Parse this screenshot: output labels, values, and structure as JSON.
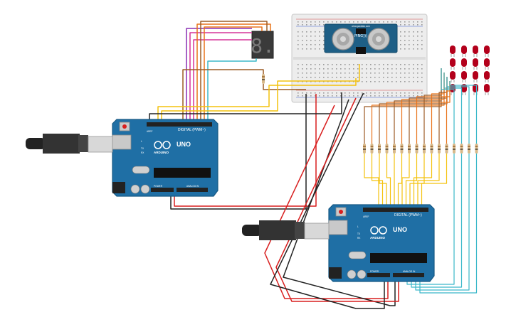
{
  "arduino_board_1": {
    "model": "UNO",
    "brand": "ARDUINO",
    "digital_header": "DIGITAL (PWM~)",
    "power_header": "POWER",
    "analog_header": "ANALOG IN",
    "aref": "AREF",
    "gnd": "GND",
    "tx": "TX",
    "rx": "RX",
    "l_led": "L"
  },
  "arduino_board_2": {
    "model": "UNO",
    "brand": "ARDUINO",
    "digital_header": "DIGITAL (PWM~)",
    "power_header": "POWER",
    "analog_header": "ANALOG IN",
    "aref": "AREF",
    "gnd": "GND",
    "tx": "TX",
    "rx": "RX",
    "l_led": "L"
  },
  "ultrasonic_sensor": {
    "model": "PING)))",
    "site": "www.parallax.com"
  },
  "seven_segment": {
    "digit": "8."
  },
  "led_matrix": {
    "rows": 4,
    "cols": 4,
    "color": "#b3001b"
  },
  "colors": {
    "board": "#1f6fa5",
    "board_dark": "#175984",
    "breadboard": "#eeeeee",
    "wire_red": "#d81e1e",
    "wire_black": "#222222",
    "wire_yellow": "#f4c20d",
    "wire_orange": "#e8731a",
    "wire_brown": "#9c5b25",
    "wire_cyan": "#3bb8c9",
    "wire_purple": "#8a2fb4",
    "wire_magenta": "#d6359a"
  }
}
